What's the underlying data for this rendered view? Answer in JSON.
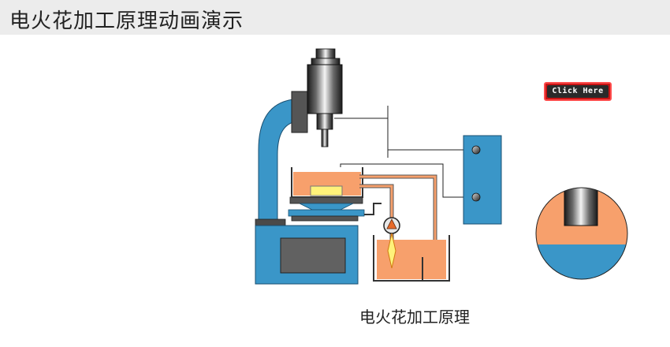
{
  "header": {
    "title": "电火花加工原理动画演示"
  },
  "controls": {
    "click_label": "Click Here"
  },
  "diagram": {
    "caption": "电火花加工原理"
  },
  "colors": {
    "machine_blue": "#3a96c8",
    "fluid_orange": "#f7a06c",
    "workpiece_yellow": "#fff27a",
    "dark_gray": "#555555",
    "button_red": "#c81414"
  }
}
